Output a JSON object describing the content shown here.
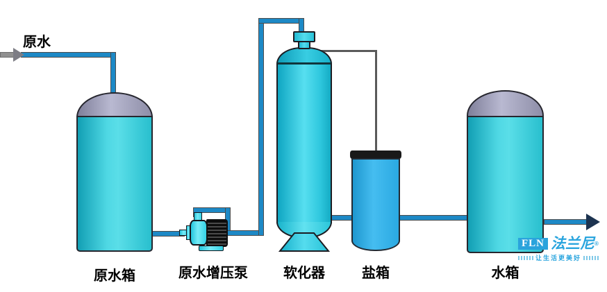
{
  "diagram": {
    "inlet_label": "原水",
    "equipment": [
      {
        "id": "raw-water-tank",
        "label": "原水箱"
      },
      {
        "id": "booster-pump",
        "label": "原水增压泵"
      },
      {
        "id": "softener",
        "label": "软化器"
      },
      {
        "id": "salt-tank",
        "label": "盐箱"
      },
      {
        "id": "water-tank",
        "label": "水箱"
      }
    ]
  },
  "watermark": {
    "logo_text": "FLN",
    "brand_text": "法兰尼",
    "registered_mark": "®",
    "tagline": "让生活更美好"
  },
  "colors": {
    "pipe_blue": "#1d89c6",
    "tank_cyan": "#3fd2de",
    "dome_gray": "#a6a6c0",
    "softener_cyan": "#2fc8de",
    "salt_tank_blue": "#2aa9e2",
    "salt_lid_black": "#191919",
    "brand_blue": "#2aa5de",
    "outline_dark": "#26262e",
    "gray_line": "#5a5a5a",
    "outlet_arrow_navy": "#1c3350",
    "inlet_arrow_gray": "#7d7d85"
  }
}
